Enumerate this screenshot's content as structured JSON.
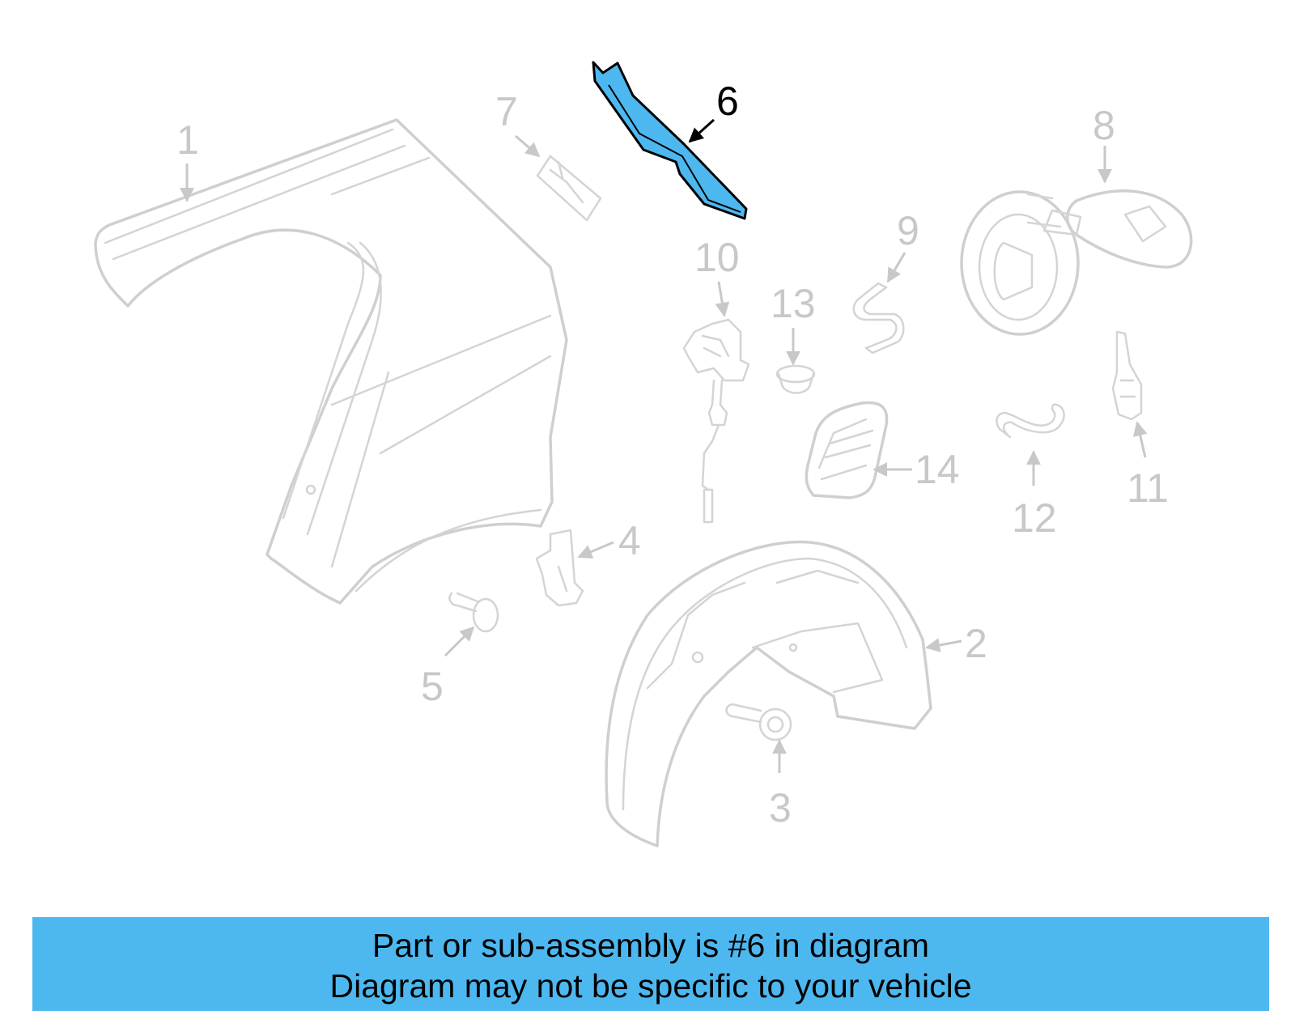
{
  "highlight_color": "#4db8f0",
  "callouts": {
    "c1": "1",
    "c2": "2",
    "c3": "3",
    "c4": "4",
    "c5": "5",
    "c6": "6",
    "c7": "7",
    "c8": "8",
    "c9": "9",
    "c10": "10",
    "c11": "11",
    "c12": "12",
    "c13": "13",
    "c14": "14"
  },
  "selected_part": "6",
  "banner": {
    "line1": "Part or sub-assembly is #6 in diagram",
    "line2": "Diagram may not be specific to your vehicle"
  }
}
